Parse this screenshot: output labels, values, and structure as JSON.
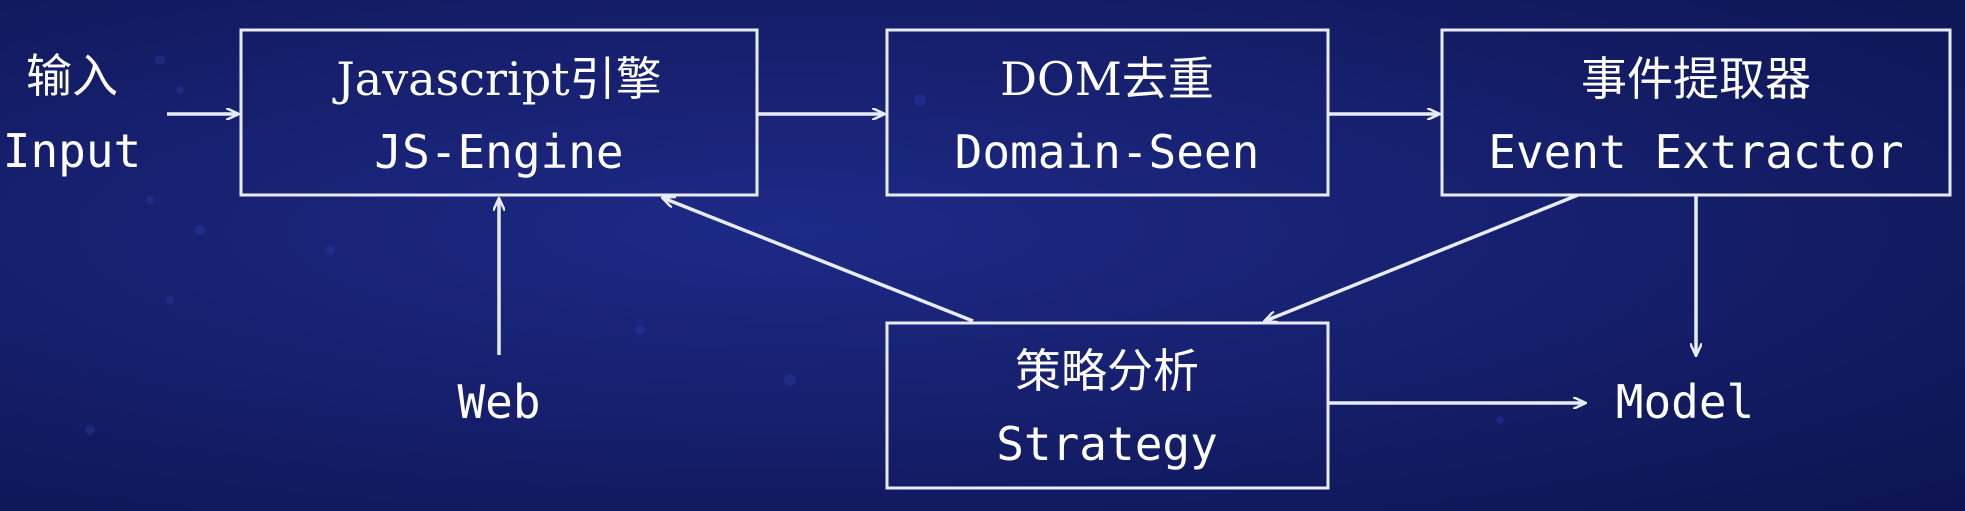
{
  "nodes": {
    "input": {
      "label_cn": "输入",
      "label_en": "Input"
    },
    "js_engine": {
      "label_cn": "Javascript引擎",
      "label_en": "JS-Engine"
    },
    "dom_dedup": {
      "label_cn": "DOM去重",
      "label_en": "Domain-Seen"
    },
    "event_extractor": {
      "label_cn": "事件提取器",
      "label_en": "Event Extractor"
    },
    "strategy": {
      "label_cn": "策略分析",
      "label_en": "Strategy"
    },
    "web": {
      "label": "Web"
    },
    "model": {
      "label": "Model"
    }
  },
  "edges": [
    {
      "from": "input",
      "to": "js_engine"
    },
    {
      "from": "js_engine",
      "to": "dom_dedup"
    },
    {
      "from": "dom_dedup",
      "to": "event_extractor"
    },
    {
      "from": "event_extractor",
      "to": "strategy"
    },
    {
      "from": "strategy",
      "to": "js_engine"
    },
    {
      "from": "web",
      "to": "js_engine"
    },
    {
      "from": "event_extractor",
      "to": "model"
    },
    {
      "from": "strategy",
      "to": "model"
    }
  ],
  "colors": {
    "background": "#16206e",
    "line": "#e8ecff",
    "text": "#ffffff"
  }
}
